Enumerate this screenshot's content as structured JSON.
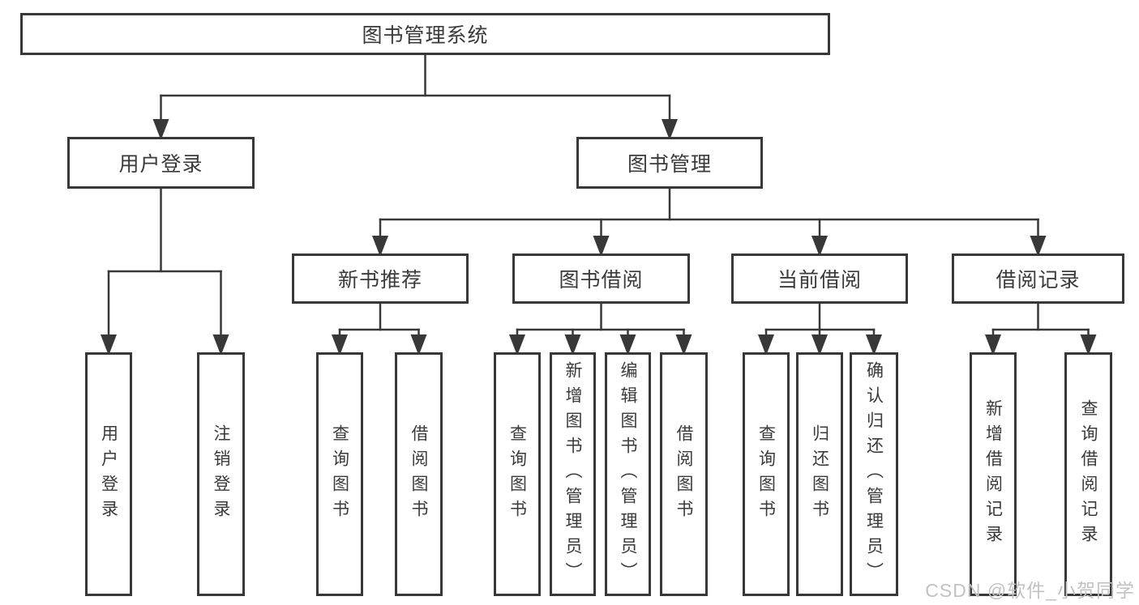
{
  "diagram": {
    "title": "图书管理系统",
    "watermark": "CSDN @软件_小贺同学",
    "colors": {
      "line": "#383838",
      "text": "#3a3a3a",
      "box_background": "#ffffff",
      "watermark": "#c2c2c2",
      "background": "#ffffff"
    },
    "nodes": [
      {
        "id": "root",
        "label": "图书管理系统",
        "parent": null,
        "orientation": "horizontal"
      },
      {
        "id": "user-login",
        "label": "用户登录",
        "parent": "root",
        "orientation": "horizontal"
      },
      {
        "id": "book-management",
        "label": "图书管理",
        "parent": "root",
        "orientation": "horizontal"
      },
      {
        "id": "login",
        "label": "用户登录",
        "parent": "user-login",
        "orientation": "vertical"
      },
      {
        "id": "logout",
        "label": "注销登录",
        "parent": "user-login",
        "orientation": "vertical"
      },
      {
        "id": "new-book-recommend",
        "label": "新书推荐",
        "parent": "book-management",
        "orientation": "horizontal"
      },
      {
        "id": "book-borrow",
        "label": "图书借阅",
        "parent": "book-management",
        "orientation": "horizontal"
      },
      {
        "id": "current-borrow",
        "label": "当前借阅",
        "parent": "book-management",
        "orientation": "horizontal"
      },
      {
        "id": "borrow-records",
        "label": "借阅记录",
        "parent": "book-management",
        "orientation": "horizontal"
      },
      {
        "id": "nbr-query-book",
        "label": "查询图书",
        "parent": "new-book-recommend",
        "orientation": "vertical"
      },
      {
        "id": "nbr-borrow-book",
        "label": "借阅图书",
        "parent": "new-book-recommend",
        "orientation": "vertical"
      },
      {
        "id": "bb-query-book",
        "label": "查询图书",
        "parent": "book-borrow",
        "orientation": "vertical"
      },
      {
        "id": "bb-add-book",
        "label": "新增图书（管理员）",
        "parent": "book-borrow",
        "orientation": "vertical"
      },
      {
        "id": "bb-edit-book",
        "label": "编辑图书（管理员）",
        "parent": "book-borrow",
        "orientation": "vertical"
      },
      {
        "id": "bb-borrow-book",
        "label": "借阅图书",
        "parent": "book-borrow",
        "orientation": "vertical"
      },
      {
        "id": "cb-query-book",
        "label": "查询图书",
        "parent": "current-borrow",
        "orientation": "vertical"
      },
      {
        "id": "cb-return-book",
        "label": "归还图书",
        "parent": "current-borrow",
        "orientation": "vertical"
      },
      {
        "id": "cb-confirm-return",
        "label": "确认归还（管理员）",
        "parent": "current-borrow",
        "orientation": "vertical"
      },
      {
        "id": "br-add-record",
        "label": "新增借阅记录",
        "parent": "borrow-records",
        "orientation": "vertical"
      },
      {
        "id": "br-query-record",
        "label": "查询借阅记录",
        "parent": "borrow-records",
        "orientation": "vertical"
      }
    ]
  }
}
